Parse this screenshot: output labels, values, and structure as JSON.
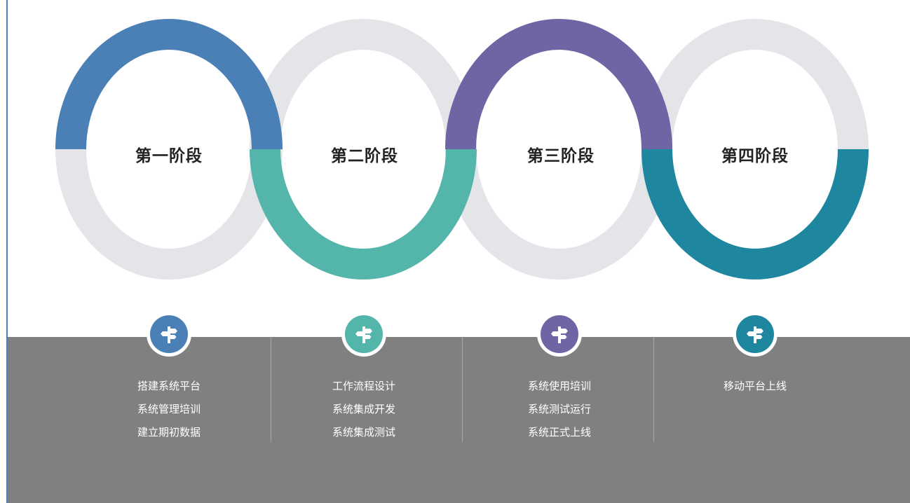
{
  "colors": {
    "blue": "#4a80b6",
    "teal": "#54b5ab",
    "purple": "#6e66a4",
    "dark_teal": "#1e869e",
    "ring_gray": "#e4e5e9",
    "panel_gray": "#808080"
  },
  "stages": [
    {
      "title": "第一阶段",
      "icon": "signpost-icon",
      "tasks": [
        "搭建系统平台",
        "系统管理培训",
        "建立期初数据"
      ]
    },
    {
      "title": "第二阶段",
      "icon": "signpost-icon",
      "tasks": [
        "工作流程设计",
        "系统集成开发",
        "系统集成测试"
      ]
    },
    {
      "title": "第三阶段",
      "icon": "signpost-icon",
      "tasks": [
        "系统使用培训",
        "系统测试运行",
        "系统正式上线"
      ]
    },
    {
      "title": "第四阶段",
      "icon": "signpost-icon",
      "tasks": [
        "移动平台上线"
      ]
    }
  ]
}
